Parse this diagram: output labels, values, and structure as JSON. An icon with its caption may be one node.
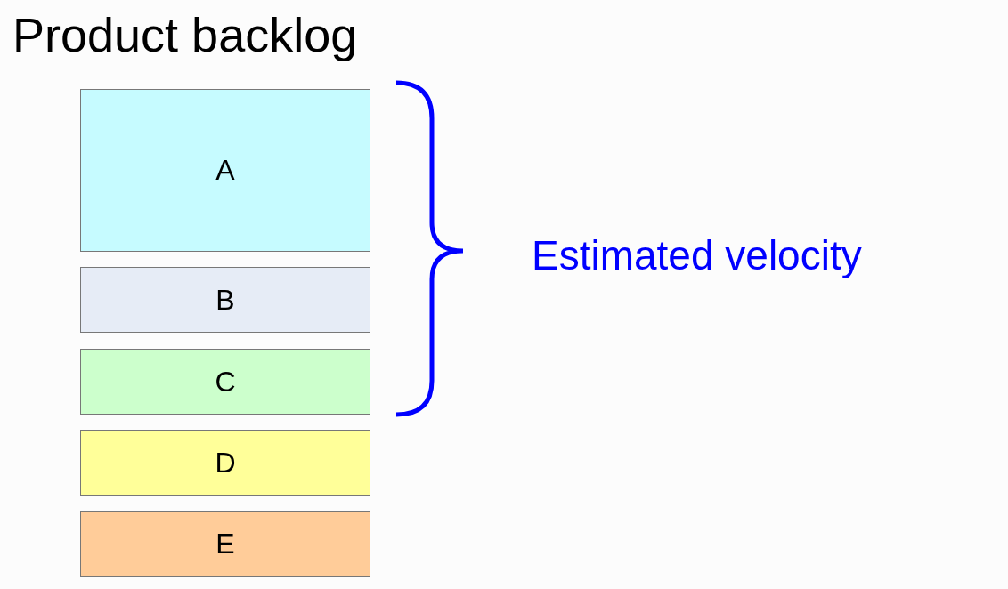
{
  "diagram": {
    "title": "Product backlog",
    "nodes": [
      {
        "text": [
          "A"
        ]
      },
      {
        "text": [
          "B"
        ]
      },
      {
        "text": [
          "C"
        ]
      },
      {
        "text": [
          "D"
        ]
      },
      {
        "text": [
          "E"
        ]
      }
    ],
    "labels": [
      "Estimated velocity"
    ]
  }
}
